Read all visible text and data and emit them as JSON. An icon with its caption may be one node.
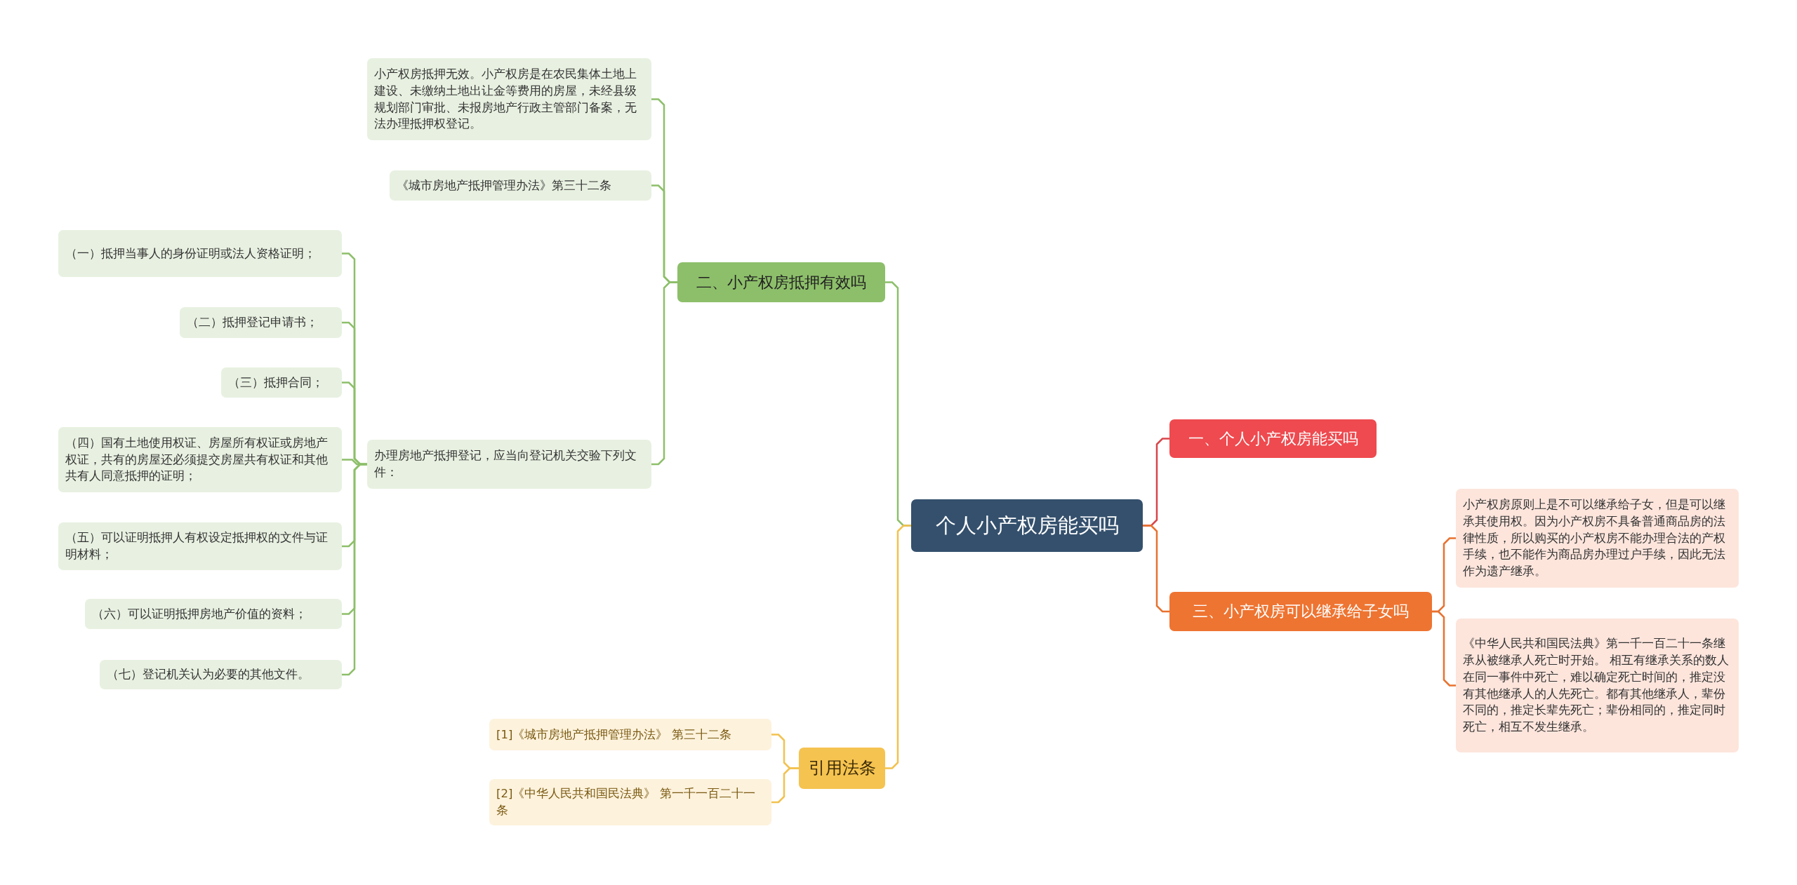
{
  "diagram": {
    "nodes": [
      {
        "text": [
          "个人小产权房能买吗"
        ]
      },
      {
        "text": [
          "二、小产权房抵押有效吗"
        ]
      },
      {
        "text": [
          "小产权房抵押无效。小产权房是在农民集体土地上建设、未缴纳土地出让金等费用的房屋，未经县级规划部门审批、未报房地产行政主管部门备案，无法办理抵押权登记。"
        ]
      },
      {
        "text": [
          "《城市房地产抵押管理办法》第三十二条"
        ]
      },
      {
        "text": [
          "办理房地产抵押登记，应当向登记机关交验下列文件："
        ]
      },
      {
        "text": [
          "（一）抵押当事人的身份证明或法人资格证明；"
        ]
      },
      {
        "text": [
          "（二）抵押登记申请书；"
        ]
      },
      {
        "text": [
          "（三）抵押合同；"
        ]
      },
      {
        "text": [
          "（四）国有土地使用权证、房屋所有权证或房地产权证，共有的房屋还必须提交房屋共有权证和其他共有人同意抵押的证明；"
        ]
      },
      {
        "text": [
          "（五）可以证明抵押人有权设定抵押权的文件与证明材料；"
        ]
      },
      {
        "text": [
          "（六）可以证明抵押房地产价值的资料；"
        ]
      },
      {
        "text": [
          "（七）登记机关认为必要的其他文件。"
        ]
      },
      {
        "text": [
          "引用法条"
        ]
      },
      {
        "text": [
          "[1]《城市房地产抵押管理办法》 第三十二条"
        ]
      },
      {
        "text": [
          "[2]《中华人民共和国民法典》 第一千一百二十一条"
        ]
      },
      {
        "text": [
          "一、个人小产权房能买吗"
        ]
      },
      {
        "text": [
          "三、小产权房可以继承给子女吗"
        ]
      },
      {
        "text": [
          "小产权房原则上是不可以继承给子女，但是可以继承其使用权。因为小产权房不具备普通商品房的法律性质，所以购买的小产权房不能办理合法的产权手续，也不能作为商品房办理过户手续，因此无法作为遗产继承。"
        ]
      },
      {
        "text": [
          "《中华人民共和国民法典》第一千一百二十一条继承从被继承人死亡时开始。 相互有继承关系的数人在同一事件中死亡，难以确定死亡时间的，推定没有其他继承人的人先死亡。都有其他继承人，辈份不同的，推定长辈先死亡；辈份相同的，推定同时死亡，相互不发生继承。"
        ]
      }
    ],
    "edges": [
      {
        "from": 0,
        "to": 1,
        "arrow": "none"
      },
      {
        "from": 1,
        "to": 2,
        "arrow": "none"
      },
      {
        "from": 1,
        "to": 3,
        "arrow": "none"
      },
      {
        "from": 1,
        "to": 4,
        "arrow": "none"
      },
      {
        "from": 4,
        "to": 5,
        "arrow": "none"
      },
      {
        "from": 4,
        "to": 6,
        "arrow": "none"
      },
      {
        "from": 4,
        "to": 7,
        "arrow": "none"
      },
      {
        "from": 4,
        "to": 8,
        "arrow": "none"
      },
      {
        "from": 4,
        "to": 9,
        "arrow": "none"
      },
      {
        "from": 4,
        "to": 10,
        "arrow": "none"
      },
      {
        "from": 4,
        "to": 11,
        "arrow": "none"
      },
      {
        "from": 0,
        "to": 12,
        "arrow": "none",
        "color": "#f2c14e"
      },
      {
        "from": 12,
        "to": 13,
        "arrow": "none",
        "color": "#f2c14e"
      },
      {
        "from": 12,
        "to": 14,
        "arrow": "none",
        "color": "#f2c14e"
      },
      {
        "from": 0,
        "to": 15,
        "arrow": "none",
        "color": "#d9454a"
      },
      {
        "from": 0,
        "to": 16,
        "arrow": "none",
        "color": "#e8722f"
      },
      {
        "from": 16,
        "to": 17,
        "arrow": "none",
        "color": "#e8722f"
      },
      {
        "from": 16,
        "to": 18,
        "arrow": "none",
        "color": "#e8722f"
      }
    ]
  }
}
